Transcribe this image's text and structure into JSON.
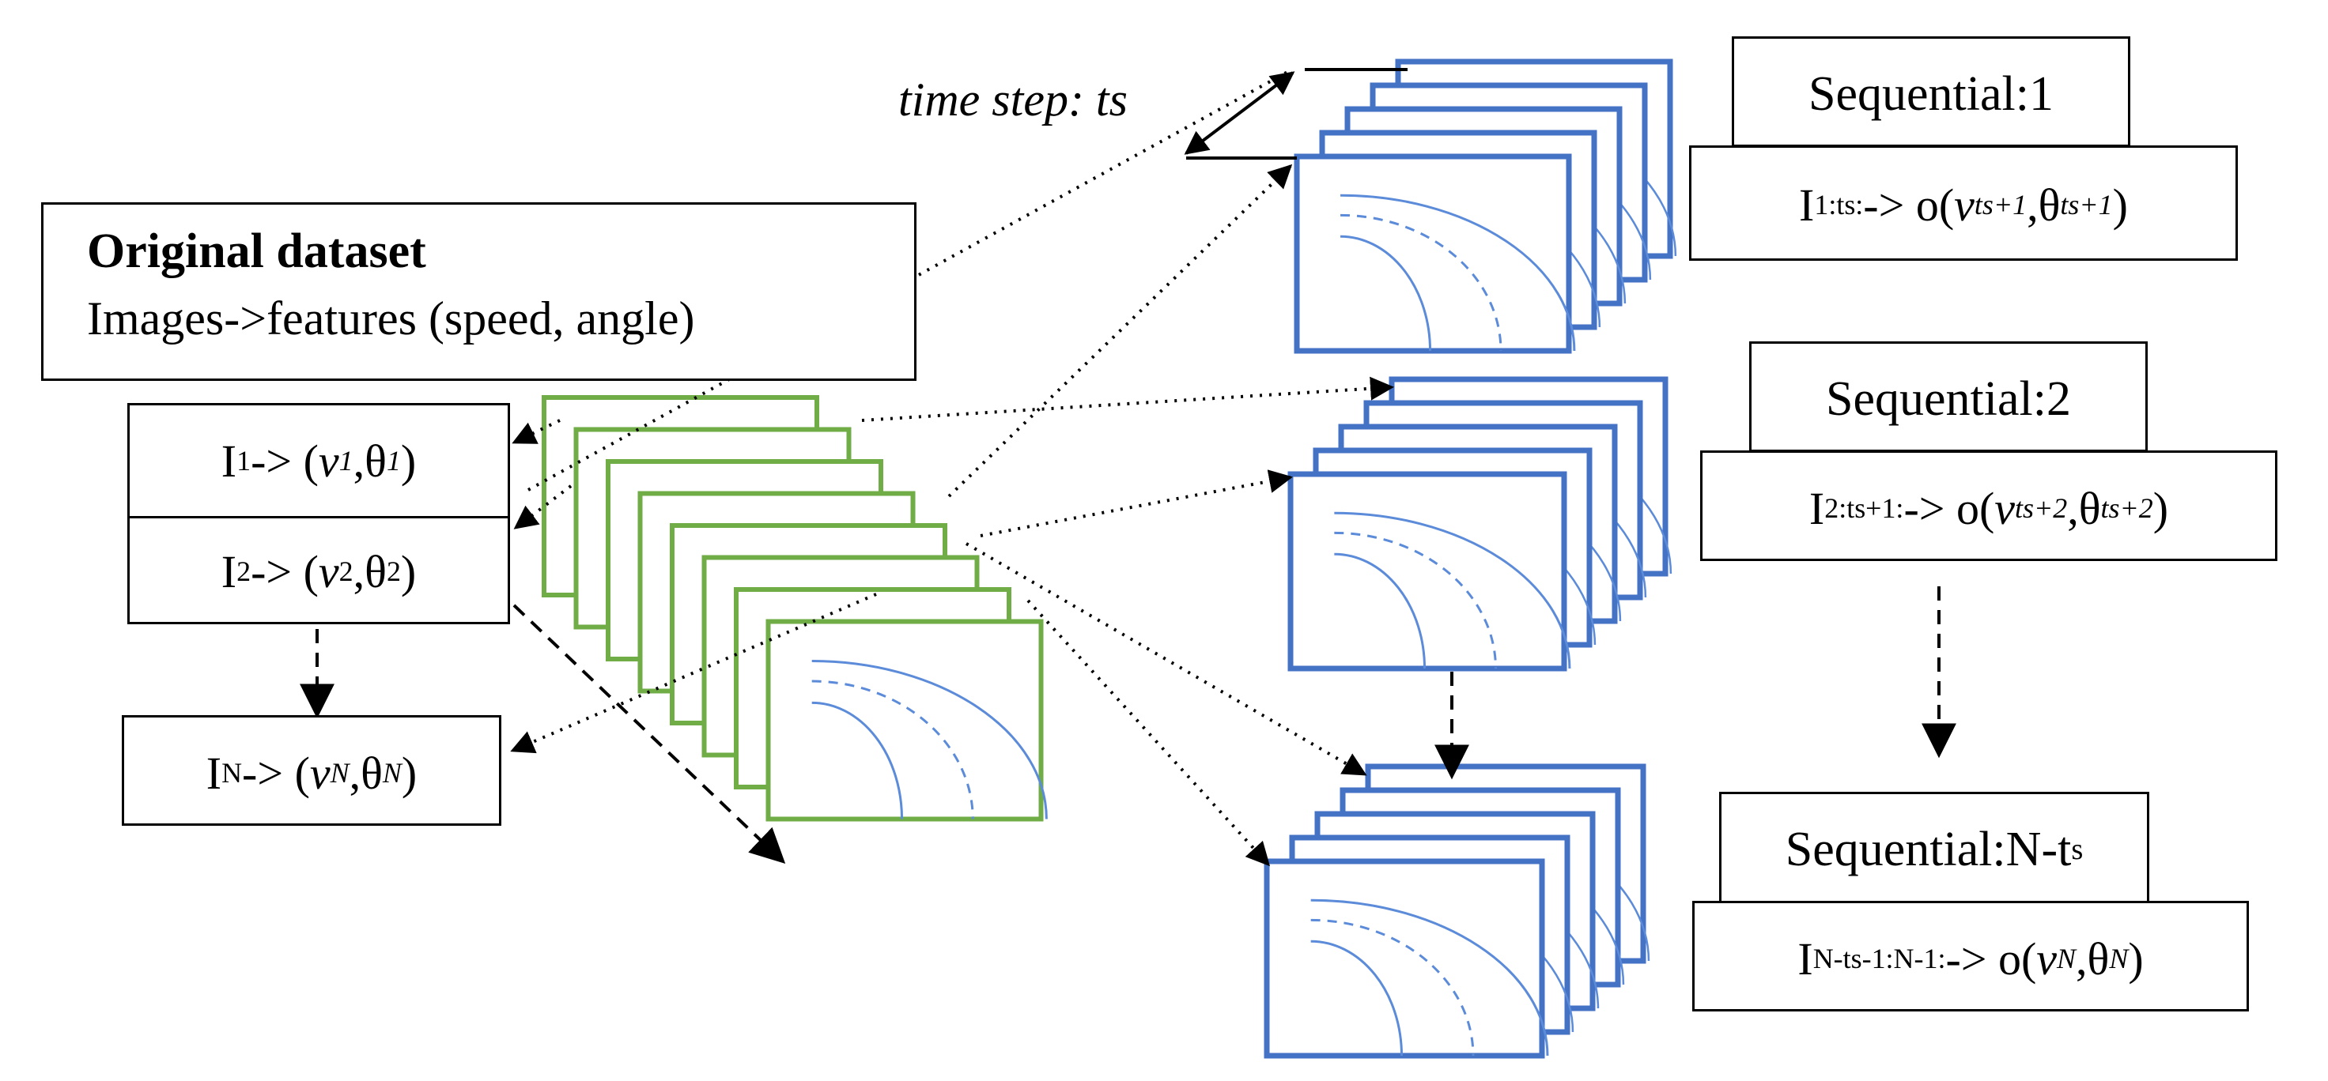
{
  "time_step_label": "time step: ts",
  "original_dataset": {
    "title": "Original dataset",
    "subtitle": "Images->features (speed, angle)"
  },
  "features": [
    {
      "img": "I",
      "idx": "1",
      "arrow": "-> (",
      "v": "v",
      "v_sub": "1",
      "sep": ", ",
      "theta": "θ",
      "t_sub": "1",
      "close": ")"
    },
    {
      "img": "I",
      "idx": "2",
      "arrow": "-> (",
      "v": "v",
      "v_sub": "2",
      "sep": ", ",
      "theta": "θ",
      "t_sub": "2",
      "close": ")"
    },
    {
      "img": "I",
      "idx": "N",
      "arrow": "-> (",
      "v": "v",
      "v_sub": "N",
      "sep": ", ",
      "theta": "θ",
      "t_sub": "N",
      "close": ")"
    }
  ],
  "sequentials": [
    {
      "title_prefix": "Sequential: ",
      "title_value": "1",
      "title_sub": "",
      "img": "I",
      "img_sub": "1:ts:",
      "arrow": "-> o(",
      "v": "v",
      "v_sub": "ts+1",
      "sep": ", ",
      "theta": "θ",
      "t_sub": "ts+1",
      "close": ")"
    },
    {
      "title_prefix": "Sequential: ",
      "title_value": "2",
      "title_sub": "",
      "img": "I",
      "img_sub": "2:ts+1:",
      "arrow": "-> o(",
      "v": "v",
      "v_sub": "ts+2",
      "sep": ", ",
      "theta": "θ",
      "t_sub": "ts+2",
      "close": ")"
    },
    {
      "title_prefix": "Sequential: ",
      "title_value": "N-t",
      "title_sub": "s",
      "img": "I",
      "img_sub": "N-ts-1:N-1:",
      "arrow": "-> o(",
      "v": "v",
      "v_sub": "N",
      "sep": ", ",
      "theta": "θ",
      "t_sub": "N",
      "close": ")"
    }
  ],
  "colors": {
    "green_frames": "#70ad47",
    "blue_frames": "#4472c4",
    "curves": "#5b8bd9",
    "lines": "#000000"
  }
}
